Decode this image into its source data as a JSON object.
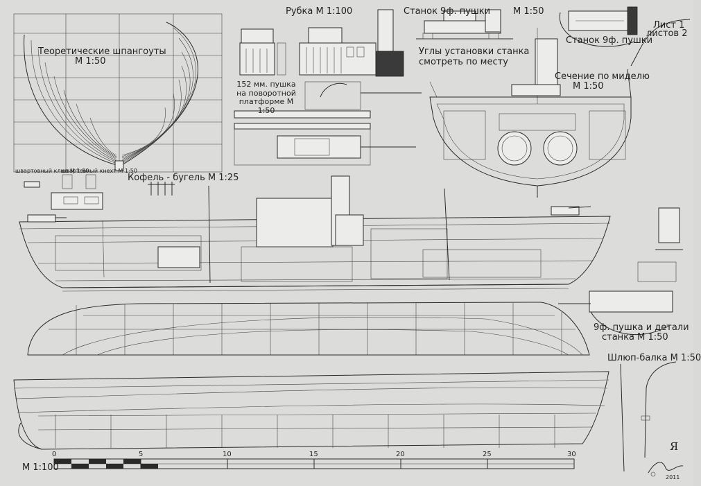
{
  "labels": {
    "wheelhouse": "Рубка М 1:100",
    "gun_mount": "Станок 9ф. пушки",
    "gun_mount_scale": "М 1:50",
    "sheet_number": "Лист 1",
    "sheet_total": "листов 2",
    "gun_mount_small": "Станок 9ф. пушки",
    "mount_angles_1": "Углы установки станка",
    "mount_angles_2": "смотреть по месту",
    "theoretical_frames_1": "Теоретические шпангоуты",
    "theoretical_frames_2": "М 1:50",
    "gun152": "152 мм. пушка на поворотной платформе М 1:50",
    "midship_section_1": "Сечение по миделю",
    "midship_section_2": "М 1:50",
    "mooring_cleat": "швартовный клюз М 1:50",
    "mooring_bollard": "швартовный кнехт М 1:50",
    "belaying_pin": "Кофель - бугель М 1:25",
    "gun9_details_1": "9ф. пушка и детали",
    "gun9_details_2": "станка М 1:50",
    "davit": "Шлюп-балка М 1:50",
    "main_scale": "М 1:100",
    "monogram": "Я",
    "signature_year": "2011"
  },
  "scale_bar": {
    "ticks": [
      "0",
      "5",
      "10",
      "15",
      "20",
      "25",
      "30"
    ]
  }
}
